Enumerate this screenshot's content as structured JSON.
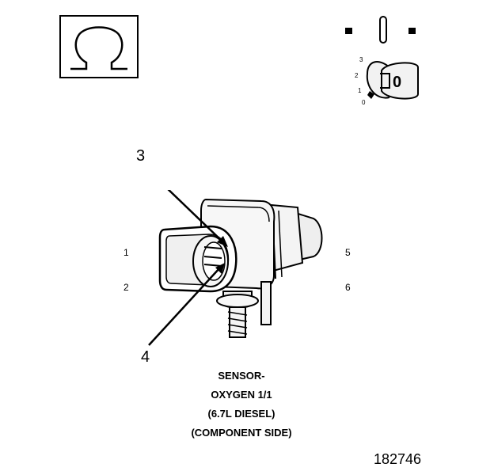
{
  "symbols": {
    "ohm": "Ω",
    "key_positions": [
      "3",
      "2",
      "1",
      "0"
    ],
    "key_letter": "0"
  },
  "connector": {
    "callouts": [
      "3",
      "4"
    ],
    "pins_left": [
      "1",
      "2"
    ],
    "pins_right": [
      "5",
      "6"
    ]
  },
  "caption": {
    "lines": [
      "SENSOR-",
      "OXYGEN 1/1",
      "(6.7L DIESEL)",
      "(COMPONENT SIDE)"
    ]
  },
  "figure_id": "182746",
  "colors": {
    "ink": "#000000",
    "background": "#ffffff",
    "shade": "#d9d9d9"
  }
}
